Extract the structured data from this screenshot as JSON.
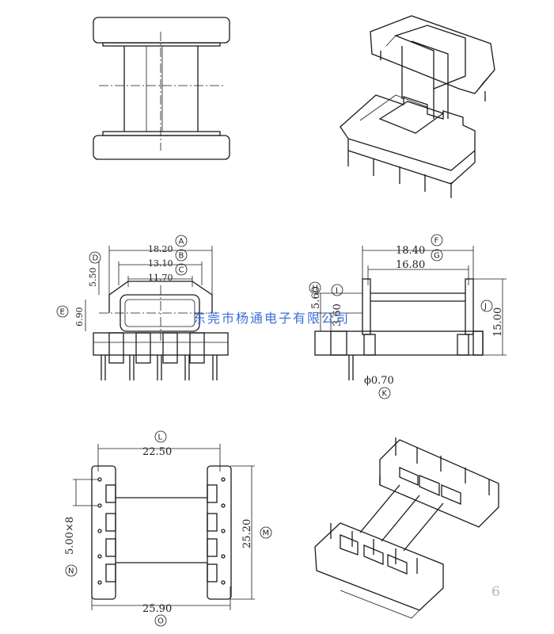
{
  "dimensions": {
    "A": "18.20",
    "B": "13.10",
    "C": "11.70",
    "D": "5.50",
    "E": "6.90",
    "F": "18.40",
    "G": "16.80",
    "H": "5.60",
    "I": "3.60",
    "J": "15.00",
    "K": "ϕ0.70",
    "L": "22.50",
    "M": "25.20",
    "N": "5.00×8",
    "O": "25.90"
  },
  "letters": {
    "A": "A",
    "B": "B",
    "C": "C",
    "D": "D",
    "E": "E",
    "F": "F",
    "G": "G",
    "H": "H",
    "I": "I",
    "J": "J",
    "K": "K",
    "L": "L",
    "M": "M",
    "N": "N",
    "O": "O"
  },
  "watermark": "东莞市杨通电子有限公司",
  "page_number": "6"
}
